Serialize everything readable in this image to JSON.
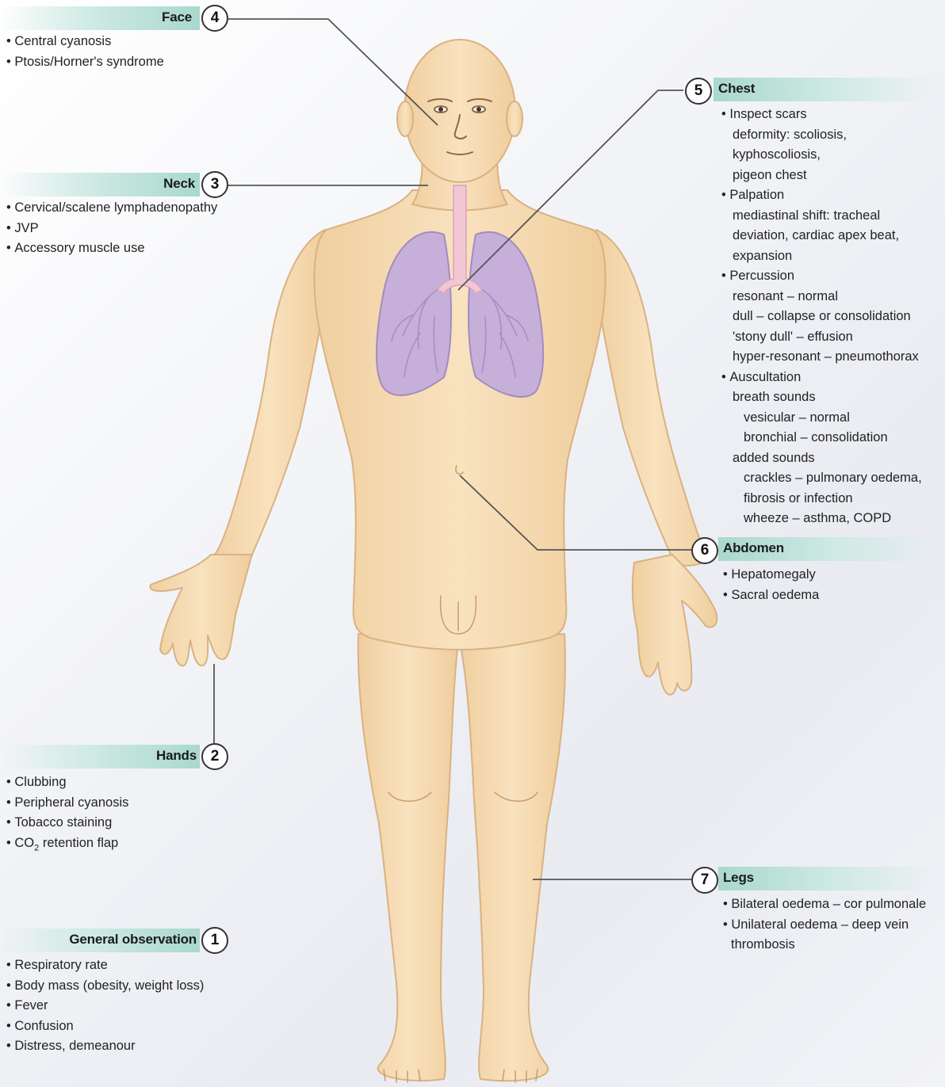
{
  "colors": {
    "skin": "#f6dcb4",
    "skin_shadow": "#e2bd8d",
    "lung": "#c8b4d9",
    "lung_outline": "#a58cc0",
    "trachea": "#f1c9d6",
    "header_band": "#a9d8cd",
    "leader_line": "#555555"
  },
  "sections": {
    "face": {
      "number": "4",
      "title": "Face",
      "items": [
        "Central cyanosis",
        "Ptosis/Horner's syndrome"
      ]
    },
    "neck": {
      "number": "3",
      "title": "Neck",
      "items": [
        "Cervical/scalene lymphadenopathy",
        "JVP",
        "Accessory muscle use"
      ]
    },
    "hands": {
      "number": "2",
      "title": "Hands",
      "items": [
        "Clubbing",
        "Peripheral cyanosis",
        "Tobacco staining",
        "CO",
        "2",
        " retention flap"
      ]
    },
    "general": {
      "number": "1",
      "title": "General observation",
      "items": [
        "Respiratory rate",
        "Body mass (obesity, weight loss)",
        "Fever",
        "Confusion",
        "Distress, demeanour"
      ]
    },
    "chest": {
      "number": "5",
      "title": "Chest",
      "lines": [
        "Inspect scars",
        "deformity: scoliosis,",
        "kyphoscoliosis,",
        "pigeon chest",
        "Palpation",
        "mediastinal shift: tracheal",
        "deviation, cardiac apex beat,",
        "expansion",
        "Percussion",
        "resonant – normal",
        "dull –  collapse or consolidation",
        "'stony dull' – effusion",
        "hyper-resonant – pneumothorax",
        "Auscultation",
        "breath sounds",
        "vesicular – normal",
        "bronchial – consolidation",
        "added sounds",
        "crackles – pulmonary oedema,",
        "fibrosis or infection",
        "wheeze –  asthma, COPD"
      ]
    },
    "abdomen": {
      "number": "6",
      "title": "Abdomen",
      "items": [
        "Hepatomegaly",
        "Sacral oedema"
      ]
    },
    "legs": {
      "number": "7",
      "title": "Legs",
      "lines": [
        "Bilateral oedema – cor pulmonale",
        "Unilateral oedema – deep vein",
        "thrombosis"
      ]
    }
  }
}
